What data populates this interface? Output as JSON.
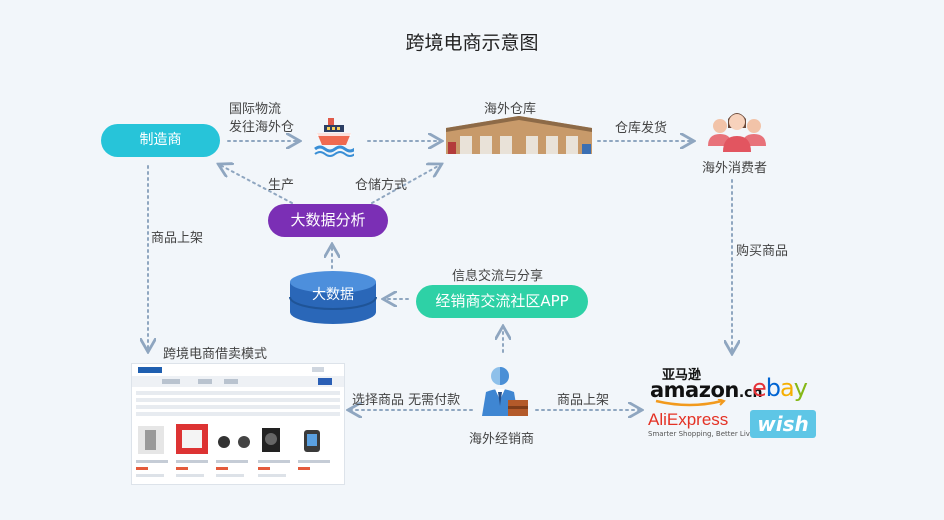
{
  "title": "跨境电商示意图",
  "nodes": {
    "manufacturer": "制造商",
    "overseas_warehouse": "海外仓库",
    "overseas_consumer": "海外消费者",
    "big_data_analysis": "大数据分析",
    "big_data": "大数据",
    "community_app": "经销商交流社区APP",
    "overseas_dealer": "海外经销商",
    "cross_border_mode": "跨境电商借卖模式"
  },
  "edge_labels": {
    "logistics_line1": "国际物流",
    "logistics_line2": "发往海外仓",
    "warehouse_ship": "仓库发货",
    "production": "生产",
    "storage": "仓储方式",
    "list_products_left": "商品上架",
    "buy_products": "购买商品",
    "info_share": "信息交流与分享",
    "select_products": "选择商品 无需付款",
    "list_products_right": "商品上架"
  },
  "platforms": {
    "amazon_cn_top": "亚马逊",
    "amazon_main": "amazon",
    "amazon_suffix": ".cn",
    "ebay": "ebay",
    "aliexpress": "AliExpress",
    "aliexpress_tagline": "Smarter Shopping, Better Living!",
    "wish": "wish"
  },
  "colors": {
    "cyan": "#27c4d9",
    "purple": "#7b2fb5",
    "green": "#2ed1a6",
    "blue_db": "#2a67b8",
    "line": "#8fa6c0"
  }
}
